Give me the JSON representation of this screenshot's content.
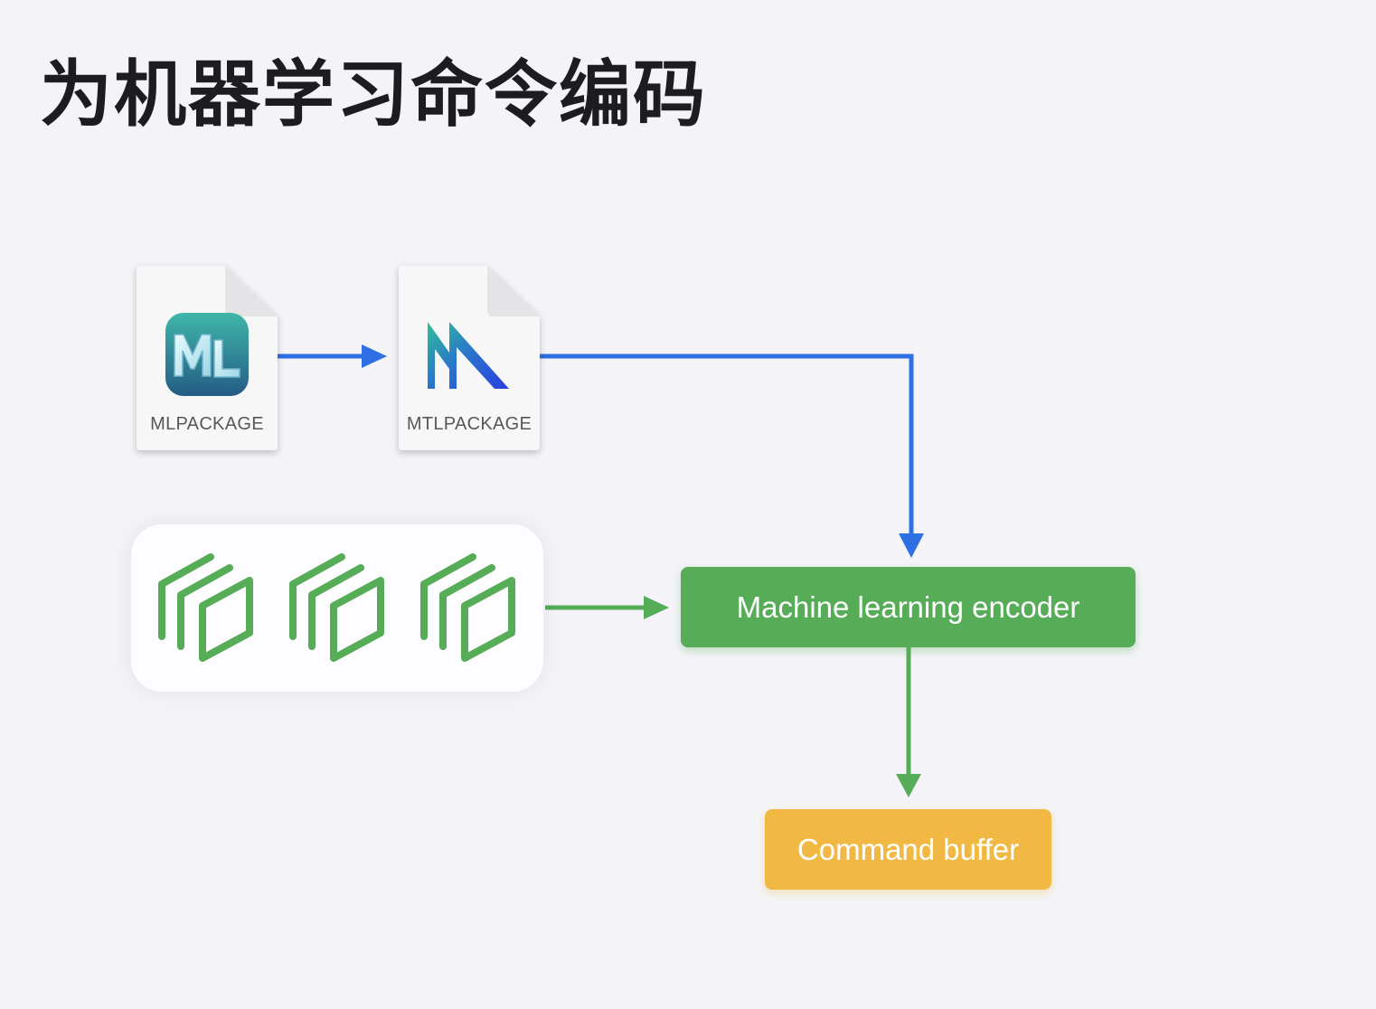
{
  "title": "为机器学习命令编码",
  "files": {
    "mlpackage": {
      "label": "MLPACKAGE",
      "icon": "coreml-icon"
    },
    "mtlpackage": {
      "label": "MTLPACKAGE",
      "icon": "metal-icon"
    }
  },
  "command_group": {
    "icon": "stacked-commands-icon",
    "count": 3
  },
  "encoder": {
    "label": "Machine learning encoder"
  },
  "command_buffer": {
    "label": "Command buffer"
  },
  "colors": {
    "blue_arrow": "#2f6fe4",
    "green": "#57ac58",
    "orange": "#f1b943",
    "background": "#f4f4f8"
  }
}
